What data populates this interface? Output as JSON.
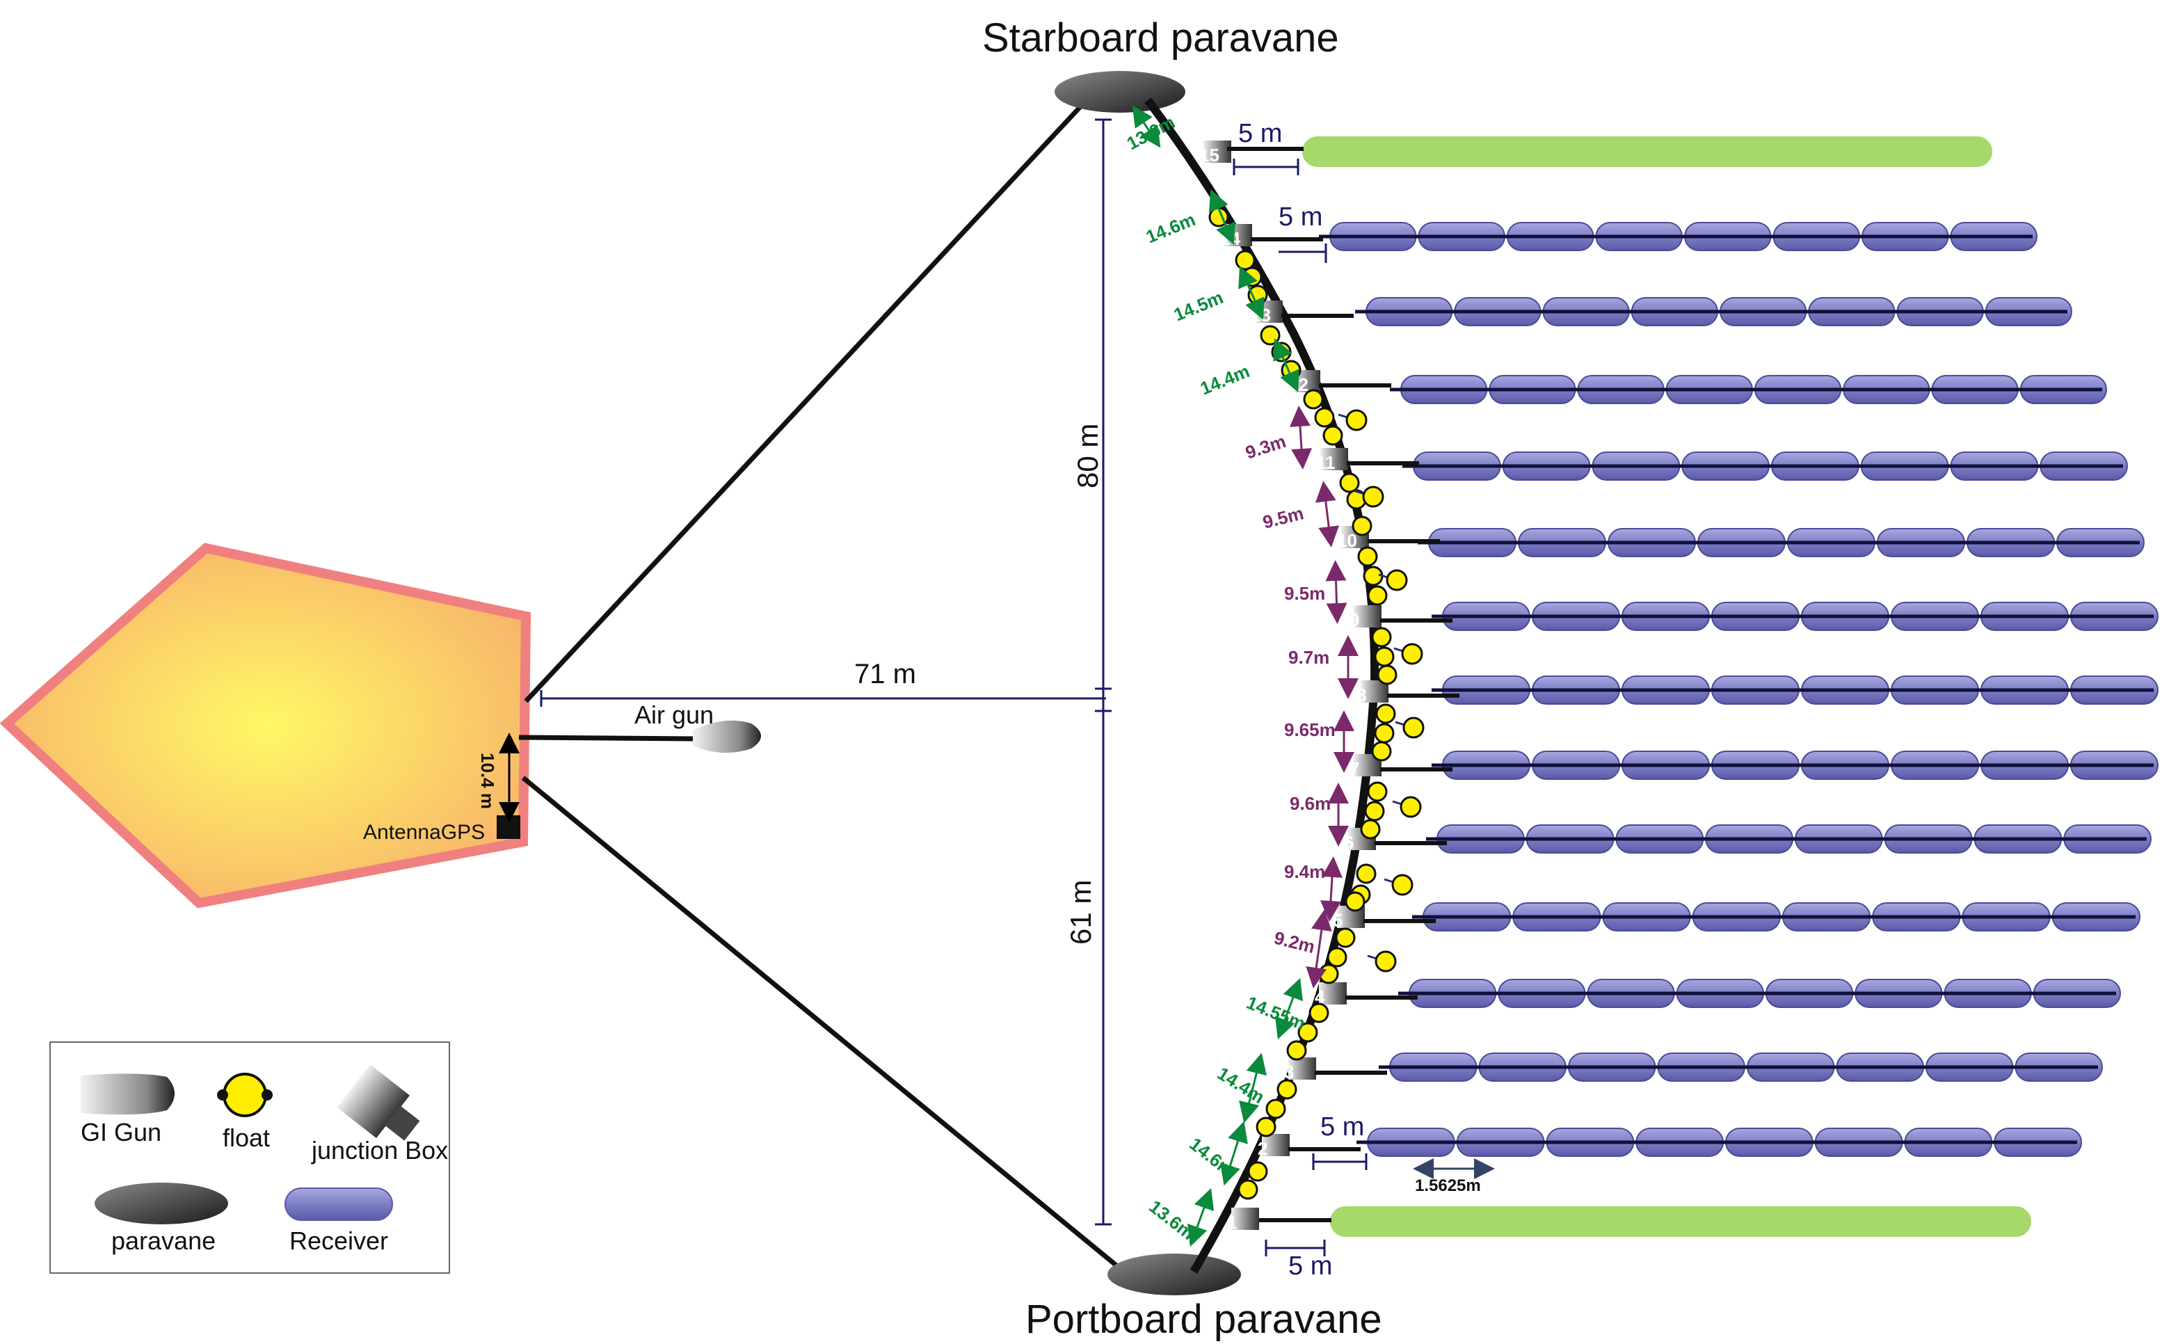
{
  "title_top": "Starboard paravane",
  "title_bottom": "Portboard paravane",
  "labels": {
    "air_gun": "Air gun",
    "antenna_gps": "AntennaGPS",
    "antenna_offset": "10.4 m",
    "distance_71": "71 m",
    "distance_80": "80 m",
    "distance_61": "61 m",
    "gap_top_green": "5 m",
    "gap_streamer_14": "5 m",
    "gap_streamer_2": "5 m",
    "gap_bottom_green": "5 m",
    "receiver_length": "1.5625m"
  },
  "streamer_numbers": [
    "15",
    "14",
    "13",
    "12",
    "11",
    "10",
    "9",
    "8",
    "7",
    "6",
    "5",
    "4",
    "3",
    "2",
    "1"
  ],
  "spacings": [
    {
      "text": "13.6m",
      "color": "green"
    },
    {
      "text": "14.6m",
      "color": "green"
    },
    {
      "text": "14.5m",
      "color": "green"
    },
    {
      "text": "14.4m",
      "color": "green"
    },
    {
      "text": "9.3m",
      "color": "purple"
    },
    {
      "text": "9.5m",
      "color": "purple"
    },
    {
      "text": "9.5m",
      "color": "purple"
    },
    {
      "text": "9.7m",
      "color": "purple"
    },
    {
      "text": "9.65m",
      "color": "purple"
    },
    {
      "text": "9.6m",
      "color": "purple"
    },
    {
      "text": "9.4m",
      "color": "purple"
    },
    {
      "text": "9.2m",
      "color": "purple"
    },
    {
      "text": "14.55m",
      "color": "green"
    },
    {
      "text": "14.4m",
      "color": "green"
    },
    {
      "text": "14.6m",
      "color": "green"
    },
    {
      "text": "13.6m",
      "color": "green"
    }
  ],
  "legend": {
    "gi_gun": "GI Gun",
    "float": "float",
    "junction_box": "junction Box",
    "paravane": "paravane",
    "receiver": "Receiver"
  },
  "colors": {
    "vessel_fill": "#ffcc66",
    "vessel_border": "#f08080",
    "receiver": "#8080c8",
    "green_streamer": "#a6d86a",
    "float": "#ffee00",
    "dim_green": "#0a8a3c",
    "dim_purple": "#7a2a6a"
  }
}
